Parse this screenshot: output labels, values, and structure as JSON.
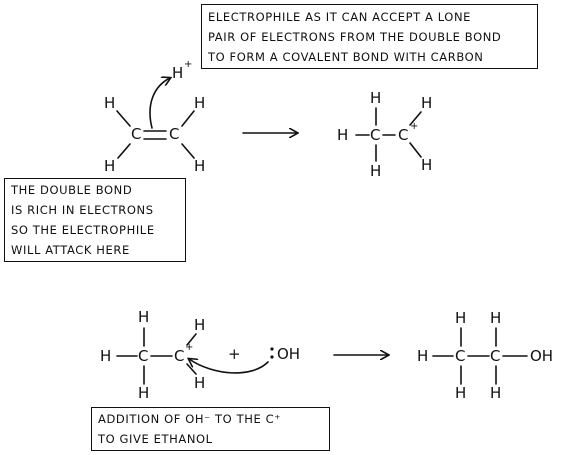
{
  "electrophile_note": {
    "lines": [
      "ELECTROPHILE AS IT  CAN  ACCEPT  A  LONE",
      "PAIR  OF  ELECTRONS  FROM  THE  DOUBLE  BOND",
      "TO  FORM  A  COVALENT  BOND  WITH  CARBON"
    ]
  },
  "double_bond_note": {
    "lines": [
      "THE  DOUBLE  BOND",
      "IS  RICH  IN  ELECTRONS",
      "SO  THE  ELECTROPHILE",
      "WILL  ATTACK  HERE"
    ]
  },
  "addition_note": {
    "lines": [
      "ADDITION  OF  OH⁻  TO  THE  C⁺",
      "TO  GIVE   ETHANOL"
    ]
  },
  "symbols": {
    "H": "H",
    "C": "C",
    "O": "O",
    "OH": "OH",
    "plus_charge": "+",
    "plus": "+"
  }
}
